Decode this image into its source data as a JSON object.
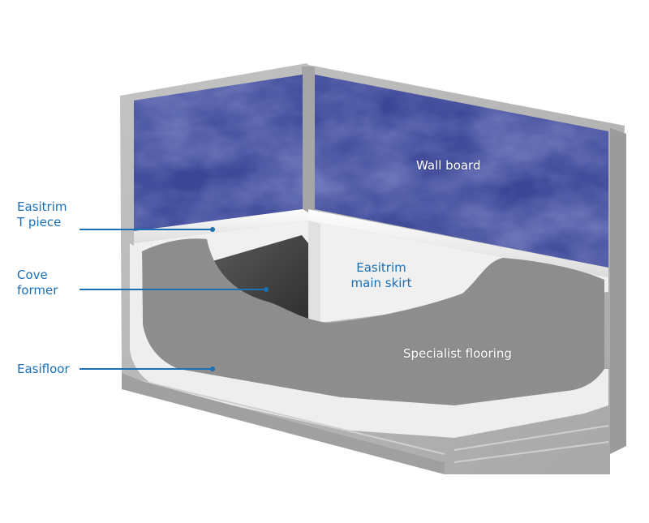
{
  "colors": {
    "callout_line": "#1a6fb5",
    "label_text": "#1a6fb5",
    "inner_text": "#ffffff",
    "wall_board": "#3b4696",
    "concrete": "#b3b2b2",
    "skirt": "#f3f3f3",
    "flooring": "#8f8f8f",
    "cove_former": "#3c3c3c"
  },
  "labels": {
    "wall_board": "Wall board",
    "easitrim_t_piece": "Easitrim\nT piece",
    "cove_former": "Cove\nformer",
    "easitrim_main_skirt": "Easitrim\nmain skirt",
    "easifloor": "Easifloor",
    "specialist_flooring": "Specialist flooring"
  }
}
